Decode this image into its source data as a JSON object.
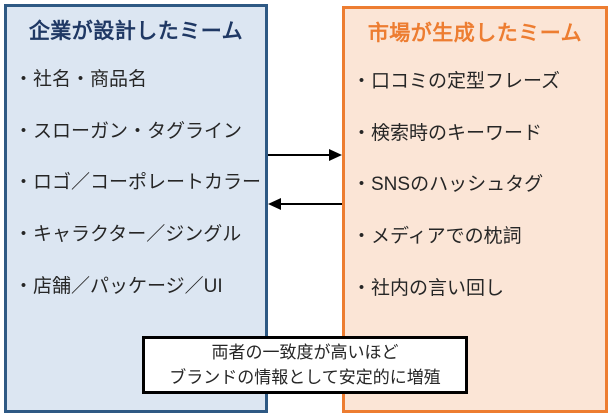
{
  "left_box": {
    "title": "企業が設計したミーム",
    "items": [
      "・社名・商品名",
      "・スローガン・タグライン",
      "・ロゴ／コーポレートカラー",
      "・キャラクター／ジングル",
      "・店舗／パッケージ／UI"
    ]
  },
  "right_box": {
    "title": "市場が生成したミーム",
    "items": [
      "・口コミの定型フレーズ",
      "・検索時のキーワード",
      "・SNSのハッシュタグ",
      "・メディアでの枕詞",
      "・社内の言い回し"
    ]
  },
  "arrows": {
    "left_to_right_icon": "arrow-right-icon",
    "right_to_left_icon": "arrow-left-icon"
  },
  "caption_box": {
    "line1": "両者の一致度が高いほど",
    "line2": "ブランドの情報として安定的に増殖"
  },
  "colors": {
    "left_border": "#2e5984",
    "left_fill": "#dce6f2",
    "left_title": "#1f3864",
    "right_border": "#ed7d31",
    "right_fill": "#fbe5d6",
    "right_title": "#ed7d31",
    "body_text": "#262626",
    "arrow": "#000000",
    "caption_border": "#000000",
    "caption_fill": "#ffffff",
    "page_bg": "#ffffff"
  }
}
